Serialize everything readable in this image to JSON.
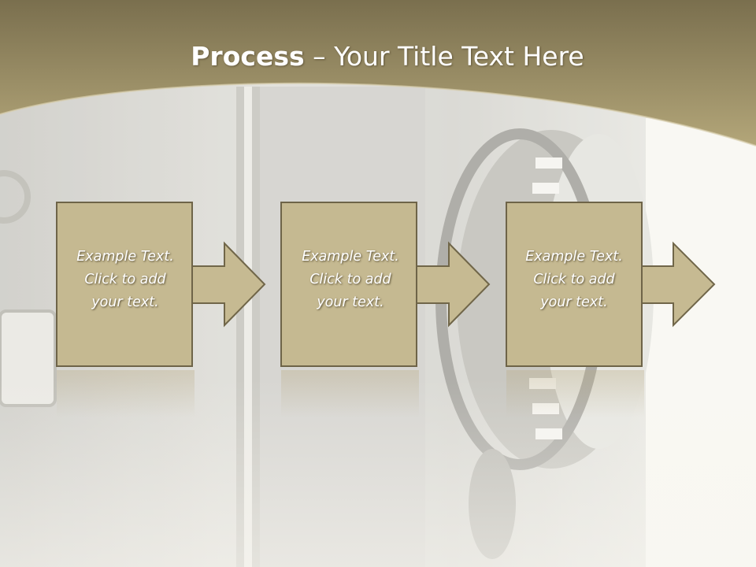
{
  "title": {
    "bold": "Process",
    "rest": " – Your Title Text Here"
  },
  "steps": [
    {
      "label": "Example Text.\nClick  to add\nyour text."
    },
    {
      "label": "Example Text.\nClick  to add\nyour text."
    },
    {
      "label": "Example Text.\nClick  to add\nyour text."
    }
  ],
  "colors": {
    "header_band": "#8a7d57",
    "box_fill": "#c5b991",
    "box_border": "#6e6448",
    "arrow_fill": "#c6ba92"
  }
}
